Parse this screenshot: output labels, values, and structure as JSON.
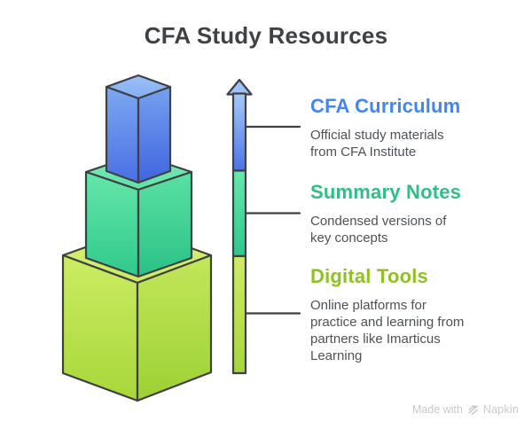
{
  "title": "CFA Study Resources",
  "levels": [
    {
      "id": "cfa-curriculum",
      "heading": "CFA Curriculum",
      "description_lines": [
        "Official study materials",
        "from CFA Institute"
      ],
      "accent": "#4285f4"
    },
    {
      "id": "summary-notes",
      "heading": "Summary Notes",
      "description_lines": [
        "Condensed versions of",
        "key concepts"
      ],
      "accent": "#2fbe87"
    },
    {
      "id": "digital-tools",
      "heading": "Digital Tools",
      "description_lines": [
        "Online platforms for",
        "practice and learning from",
        "partners like Imarticus",
        "Learning"
      ],
      "accent": "#8fc122"
    }
  ],
  "watermark": {
    "prefix": "Made with",
    "brand": "Napkin"
  },
  "colors": {
    "background": "#ffffff",
    "title_text": "#3e4245",
    "body_text": "#4e5256",
    "outline": "#3d4045",
    "watermark_text": "#c7c9cb",
    "blue_accent": "#4285f4",
    "teal_accent": "#2fbe87",
    "lime_accent": "#8fc122",
    "blue_cube_top": "#8db5f4",
    "blue_cube_bottom": "#4a6fe3",
    "teal_cube_top": "#6fe8ad",
    "teal_cube_bottom": "#2dc88a",
    "lime_cube_top": "#d3ef6c",
    "lime_cube_bottom": "#a6d63a"
  }
}
